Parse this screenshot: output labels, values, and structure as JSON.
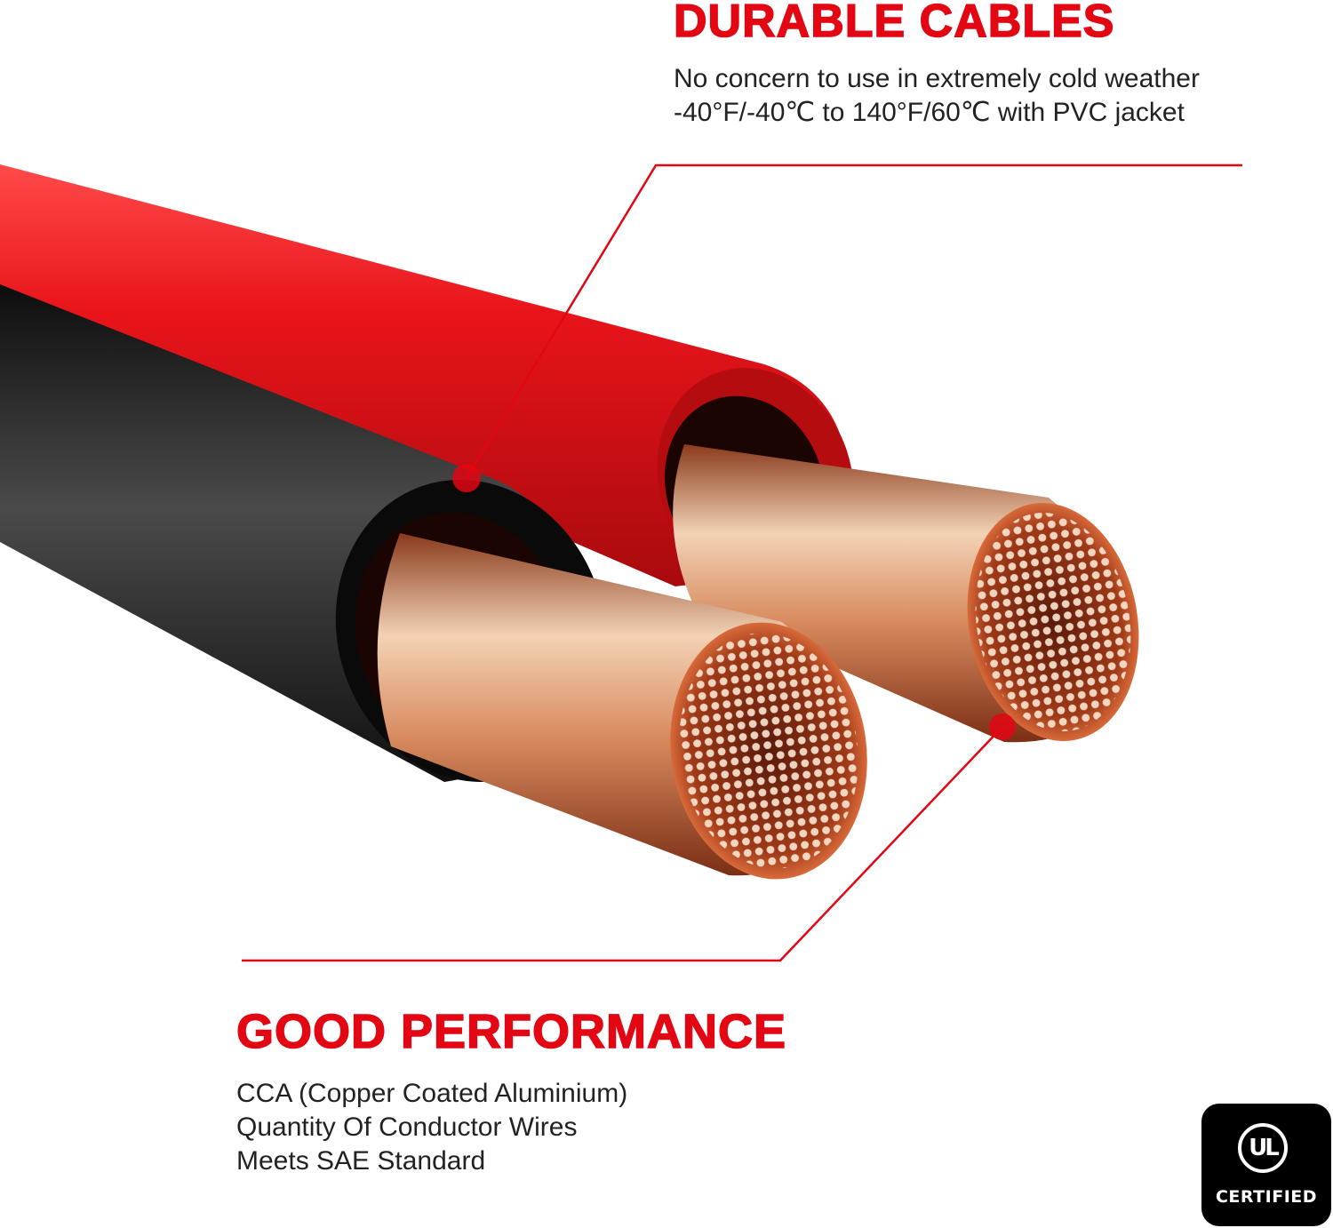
{
  "callouts": {
    "top": {
      "heading": "DURABLE CABLES",
      "lines": [
        "No concern to use in extremely cold weather",
        "-40°F/-40℃ to 140°F/60℃ with PVC jacket"
      ]
    },
    "bottom": {
      "heading": "GOOD PERFORMANCE",
      "lines": [
        "CCA (Copper Coated Aluminium)",
        "Quantity Of Conductor Wires",
        "Meets SAE Standard"
      ]
    }
  },
  "badge": {
    "letters": "UL",
    "label": "CERTIFIED",
    "icon": "ul-certified-icon"
  },
  "colors": {
    "accent": "#e30613",
    "red_jacket": "#e3191d",
    "black_jacket": "#1c1c1c",
    "copper": "#c76a3d",
    "text": "#222222"
  }
}
